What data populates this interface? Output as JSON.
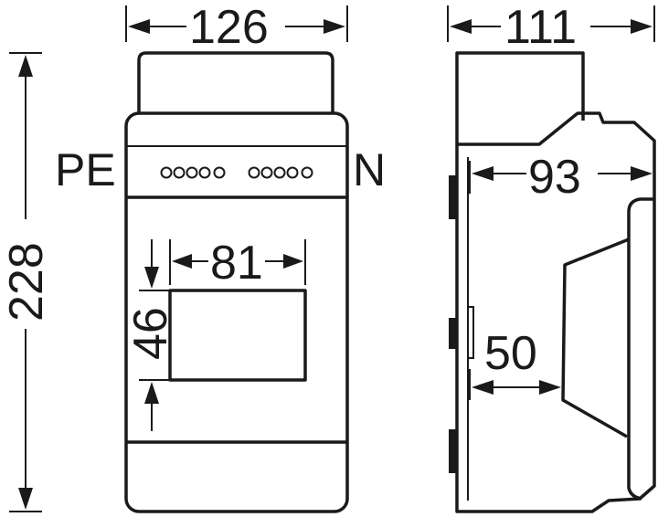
{
  "labels": {
    "pe": "PE",
    "n": "N"
  },
  "dimensions": {
    "front_width": "126",
    "side_depth": "111",
    "height": "228",
    "window_width": "81",
    "window_height": "46",
    "inner_depth": "93",
    "module_depth": "50"
  }
}
